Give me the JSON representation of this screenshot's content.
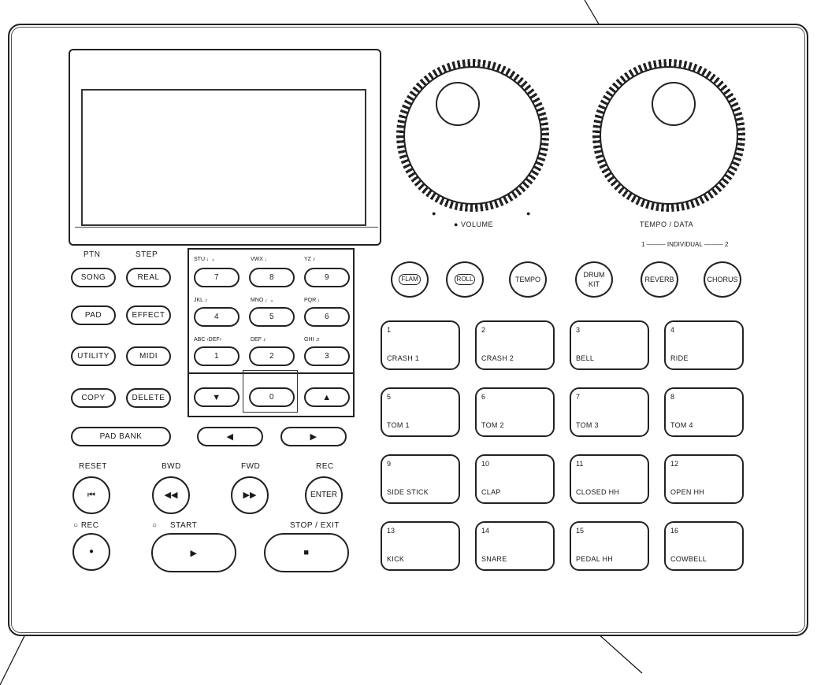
{
  "left_buttons": {
    "ptn_label": "PTN",
    "step_label": "STEP",
    "song": "SONG",
    "real": "REAL",
    "pad": "PAD",
    "effect": "EFFECT",
    "utility": "UTILITY",
    "midi": "MIDI",
    "copy": "COPY",
    "delete": "DELETE",
    "pad_bank": "PAD BANK"
  },
  "keypad": {
    "keys": [
      "7",
      "8",
      "9",
      "4",
      "5",
      "6",
      "1",
      "2",
      "3",
      "0"
    ],
    "arrows": {
      "down": "▼",
      "up": "▲",
      "left": "◀",
      "right": "▶"
    }
  },
  "transport": {
    "reset_label": "RESET",
    "bwd_label": "BWD",
    "fwd_label": "FWD",
    "rec_label": "REC",
    "enter": "ENTER",
    "rec_led_label": "REC",
    "start_label": "START",
    "stop_exit_label": "STOP / EXIT",
    "reset_glyph": "⏮",
    "bwd_glyph": "◀◀",
    "fwd_glyph": "▶▶",
    "rec_glyph": "●",
    "start_glyph": "▶",
    "stop_glyph": "■"
  },
  "knobs": {
    "volume_label": "VOLUME",
    "tempo_data_label": "TEMPO / DATA"
  },
  "function_buttons": {
    "flam": "FLAM",
    "roll": "ROLL",
    "tempo": "TEMPO",
    "drum_kit": "DRUM KIT",
    "reverb": "REVERB",
    "chorus": "CHORUS",
    "individual_label": "1 ——— INDIVIDUAL ——— 2"
  },
  "pads": [
    {
      "num": "1",
      "name": "CRASH 1"
    },
    {
      "num": "2",
      "name": "CRASH 2"
    },
    {
      "num": "3",
      "name": "BELL"
    },
    {
      "num": "4",
      "name": "RIDE"
    },
    {
      "num": "5",
      "name": "TOM 1"
    },
    {
      "num": "6",
      "name": "TOM 2"
    },
    {
      "num": "7",
      "name": "TOM 3"
    },
    {
      "num": "8",
      "name": "TOM 4"
    },
    {
      "num": "9",
      "name": "SIDE STICK"
    },
    {
      "num": "10",
      "name": "CLAP"
    },
    {
      "num": "11",
      "name": "CLOSED HH"
    },
    {
      "num": "12",
      "name": "OPEN HH"
    },
    {
      "num": "13",
      "name": "KICK"
    },
    {
      "num": "14",
      "name": "SNARE"
    },
    {
      "num": "15",
      "name": "PEDAL HH"
    },
    {
      "num": "16",
      "name": "COWBELL"
    }
  ]
}
